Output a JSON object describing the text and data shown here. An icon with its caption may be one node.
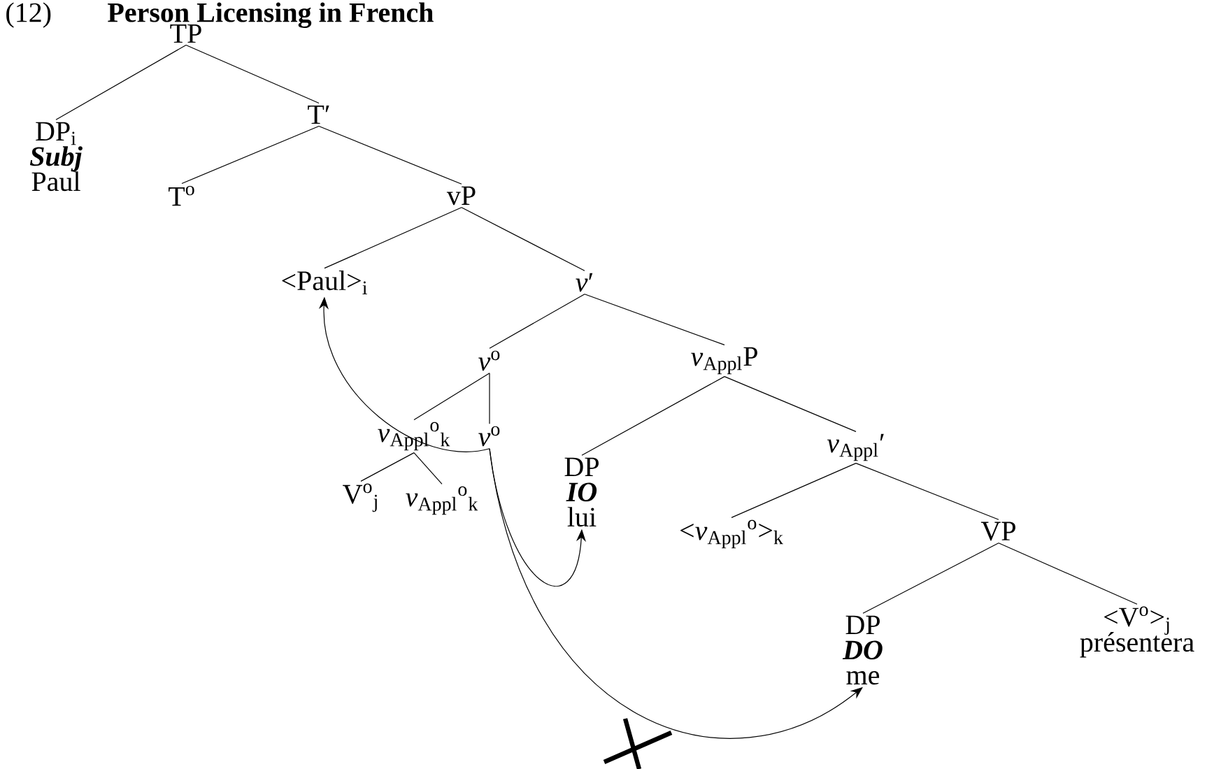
{
  "diagram": {
    "title": "Person Licensing in French",
    "nodes": [
      {
        "text": [
          "TP"
        ]
      },
      {
        "text": [
          "DP$_{i}$",
          "Subj",
          "Paul"
        ]
      },
      {
        "text": [
          "T′"
        ]
      },
      {
        "text": [
          "T$^{o}$"
        ]
      },
      {
        "text": [
          "vP"
        ]
      },
      {
        "text": [
          "<Paul>$_{i}$"
        ]
      },
      {
        "text": [
          "*v*′"
        ]
      },
      {
        "text": [
          "*v*$^{o}$"
        ]
      },
      {
        "text": [
          "*v*$_{Appl}$P"
        ]
      },
      {
        "text": [
          "*v*$_{Appl}$$^{o}$$_{k}$"
        ]
      },
      {
        "text": [
          "*v*$^{o}$"
        ]
      },
      {
        "text": [
          "DP",
          "IO",
          "lui"
        ]
      },
      {
        "text": [
          "*v*$_{Appl}$′"
        ]
      },
      {
        "text": [
          "V$^{o}$$_{j}$"
        ]
      },
      {
        "text": [
          "*v*$_{Appl}$$^{o}$$_{k}$"
        ]
      },
      {
        "text": [
          "<*v*$_{Appl}$$^{o}$>$_{k}$"
        ]
      },
      {
        "text": [
          "VP"
        ]
      },
      {
        "text": [
          "DP",
          "DO",
          "me"
        ]
      },
      {
        "text": [
          "<V$^{o}$>$_{j}$",
          "présentera"
        ]
      }
    ],
    "edges": [
      {
        "from": 0,
        "to": 1,
        "arrow": "none"
      },
      {
        "from": 0,
        "to": 2,
        "arrow": "none"
      },
      {
        "from": 2,
        "to": 3,
        "arrow": "none"
      },
      {
        "from": 2,
        "to": 4,
        "arrow": "none"
      },
      {
        "from": 4,
        "to": 5,
        "arrow": "none"
      },
      {
        "from": 4,
        "to": 6,
        "arrow": "none"
      },
      {
        "from": 6,
        "to": 7,
        "arrow": "none"
      },
      {
        "from": 6,
        "to": 8,
        "arrow": "none"
      },
      {
        "from": 7,
        "to": 9,
        "arrow": "none"
      },
      {
        "from": 7,
        "to": 10,
        "arrow": "none"
      },
      {
        "from": 9,
        "to": 13,
        "arrow": "none"
      },
      {
        "from": 9,
        "to": 14,
        "arrow": "none"
      },
      {
        "from": 8,
        "to": 11,
        "arrow": "none"
      },
      {
        "from": 8,
        "to": 12,
        "arrow": "none"
      },
      {
        "from": 12,
        "to": 15,
        "arrow": "none"
      },
      {
        "from": 12,
        "to": 16,
        "arrow": "none"
      },
      {
        "from": 16,
        "to": 17,
        "arrow": "none"
      },
      {
        "from": 16,
        "to": 18,
        "arrow": "none"
      },
      {
        "from": 10,
        "to": 5,
        "arrow": "to"
      },
      {
        "from": 10,
        "to": 11,
        "arrow": "to"
      },
      {
        "from": 10,
        "to": 17,
        "arrow": "to"
      }
    ],
    "labels": [
      "(12)"
    ]
  }
}
